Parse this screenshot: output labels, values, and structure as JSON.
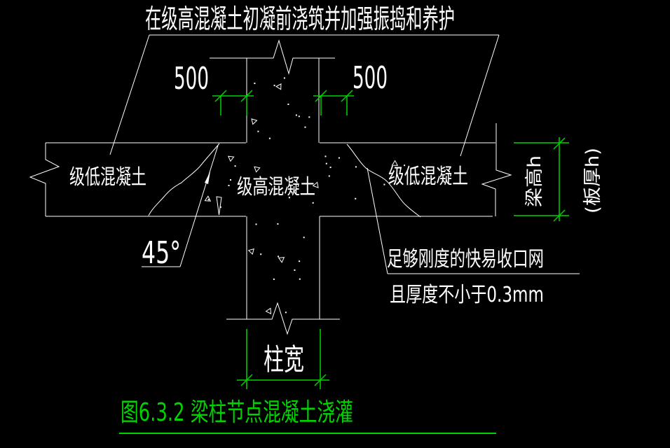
{
  "colors": {
    "background": "#000000",
    "line_white": "#ffffff",
    "accent_green": "#00d400"
  },
  "annotations": {
    "top_note": "在级高混凝土初凝前浇筑并加强振捣和养护",
    "dim_left_500": "500",
    "dim_right_500": "500",
    "left_beam_label": "级低混凝土",
    "column_label": "级高混凝土",
    "right_beam_label": "级低混凝土",
    "angle_label": "45°",
    "mesh_note_line1": "足够刚度的快易收口网",
    "mesh_note_line2": "且厚度不小于0.3mm",
    "beam_height_label": "梁高h",
    "slab_thickness_label": "(板厚h)",
    "column_width_label": "柱宽",
    "caption": "图6.3.2  梁柱节点混凝土浇灌"
  }
}
